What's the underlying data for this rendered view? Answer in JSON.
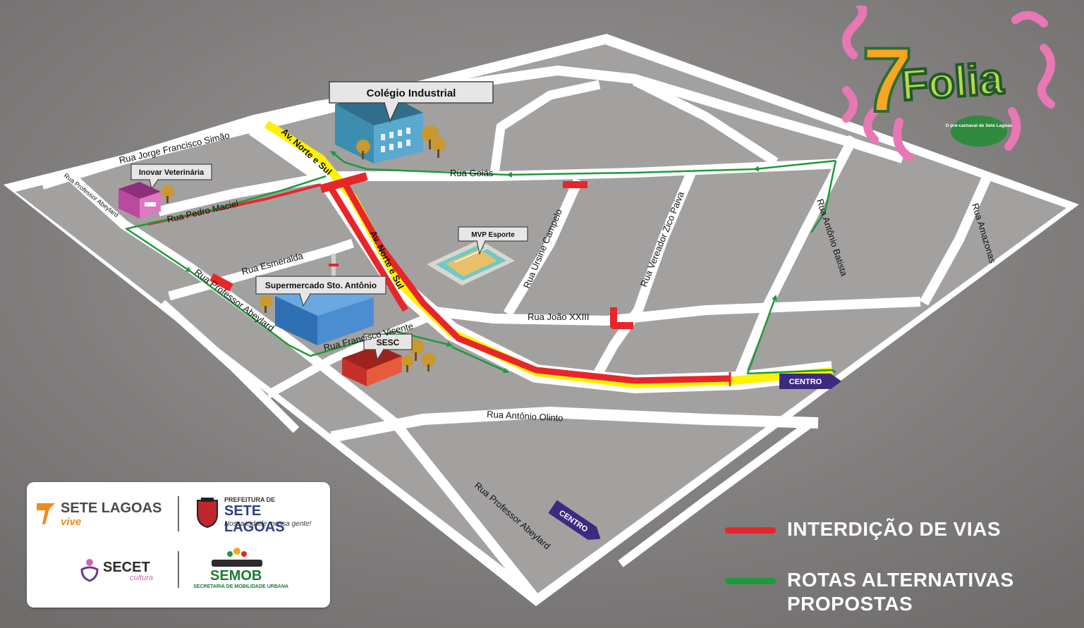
{
  "event": {
    "logo_number": "7",
    "logo_word": "Folia",
    "tagline": "O pré-carnaval de Sete Lagoas"
  },
  "streets": {
    "jorge_francisco_simao": "Rua Jorge Francisco Simão",
    "professor_abeylard": "Rua Professor Abeylard",
    "pedro_maciel": "Rua Pedro Maciel",
    "esmeralda": "Rua Esmeralda",
    "francisco_vicente": "Rua Francisco Vicente",
    "goias": "Rua Goiás",
    "ursine_campelo": "Rua Ursine Campelo",
    "vereador_zico_paiva": "Rua Vereador Zico Paiva",
    "antonio_batista": "Rua Antônio Batista",
    "amazonas": "Rua Amazonas",
    "joao_xxiii": "Rua João XXIII",
    "antonio_olinto": "Rua Antônio Olinto",
    "av_norte_sul": "Av. Norte e Sul"
  },
  "places": {
    "colegio_industrial": "Colégio Industrial",
    "inovar_veterinaria": "Inovar Veterinária",
    "mvp_esporte": "MVP Esporte",
    "supermercado": "Supermercado Sto. Antônio",
    "sesc": "SESC"
  },
  "direction_badges": [
    "CENTRO",
    "CENTRO"
  ],
  "legend": [
    {
      "label": "INTERDIÇÃO DE VIAS",
      "color": "#e8262a"
    },
    {
      "label": "ROTAS ALTERNATIVAS PROPOSTAS",
      "color": "#1d9a3b"
    }
  ],
  "sponsors": {
    "sete_lagoas_vive": {
      "name": "SETE LAGOAS",
      "sub": "vive"
    },
    "prefeitura": {
      "top": "PREFEITURA DE",
      "name": "SETE LAGOAS",
      "slogan": "Nossa cidade, nossa gente!"
    },
    "secet": {
      "name": "SECET",
      "sub": "cultura"
    },
    "semob": {
      "name": "SEMOB",
      "sub": "SECRETARIA DE MOBILIDADE URBANA"
    }
  },
  "colors": {
    "background": "#8c8989",
    "block": "#a3a0a0",
    "road": "#ffffff",
    "closure": "#e8262a",
    "highlight": "#fff200",
    "alt_route": "#1d9a3b",
    "badge": "#3d2a80",
    "folia_green": "#2f8a3e",
    "folia_orange": "#f5a623",
    "folia_pink": "#e977b4"
  }
}
